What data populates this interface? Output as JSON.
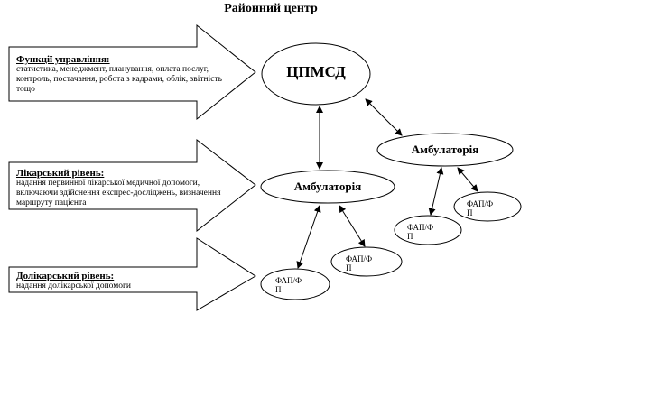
{
  "title": "Районний центр",
  "levels": [
    {
      "heading": "Функції управління:",
      "text": "статистика, менеджмент, планування, оплата послуг, контроль, постачання, робота з кадрами, облік, звітність тощо"
    },
    {
      "heading": "Лікарський рівень:",
      "text": "надання первинної лікарської медичної допомоги, включаючи здійснення експрес-досліджень, визначення маршруту пацієнта"
    },
    {
      "heading": "Долікарський рівень:",
      "text": "надання долікарської допомоги"
    }
  ],
  "nodes": {
    "center": "ЦПМСД",
    "amb_left": "Амбулаторія",
    "amb_right": "Амбулаторія",
    "fap_1": "ФАП/Ф\nП",
    "fap_2": "ФАП/Ф\nП",
    "fap_3": "ФАП/Ф\nП",
    "fap_4": "ФАП/Ф\nП"
  }
}
